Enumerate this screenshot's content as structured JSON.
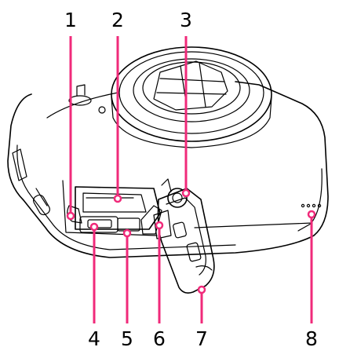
{
  "figure": {
    "type": "camera-bottom-view-parts-diagram",
    "accent_color": "#f02a7a",
    "line_color": "#000000",
    "callouts": [
      {
        "id": "1",
        "label": "1"
      },
      {
        "id": "2",
        "label": "2"
      },
      {
        "id": "3",
        "label": "3"
      },
      {
        "id": "4",
        "label": "4"
      },
      {
        "id": "5",
        "label": "5"
      },
      {
        "id": "6",
        "label": "6"
      },
      {
        "id": "7",
        "label": "7"
      },
      {
        "id": "8",
        "label": "8"
      }
    ]
  }
}
